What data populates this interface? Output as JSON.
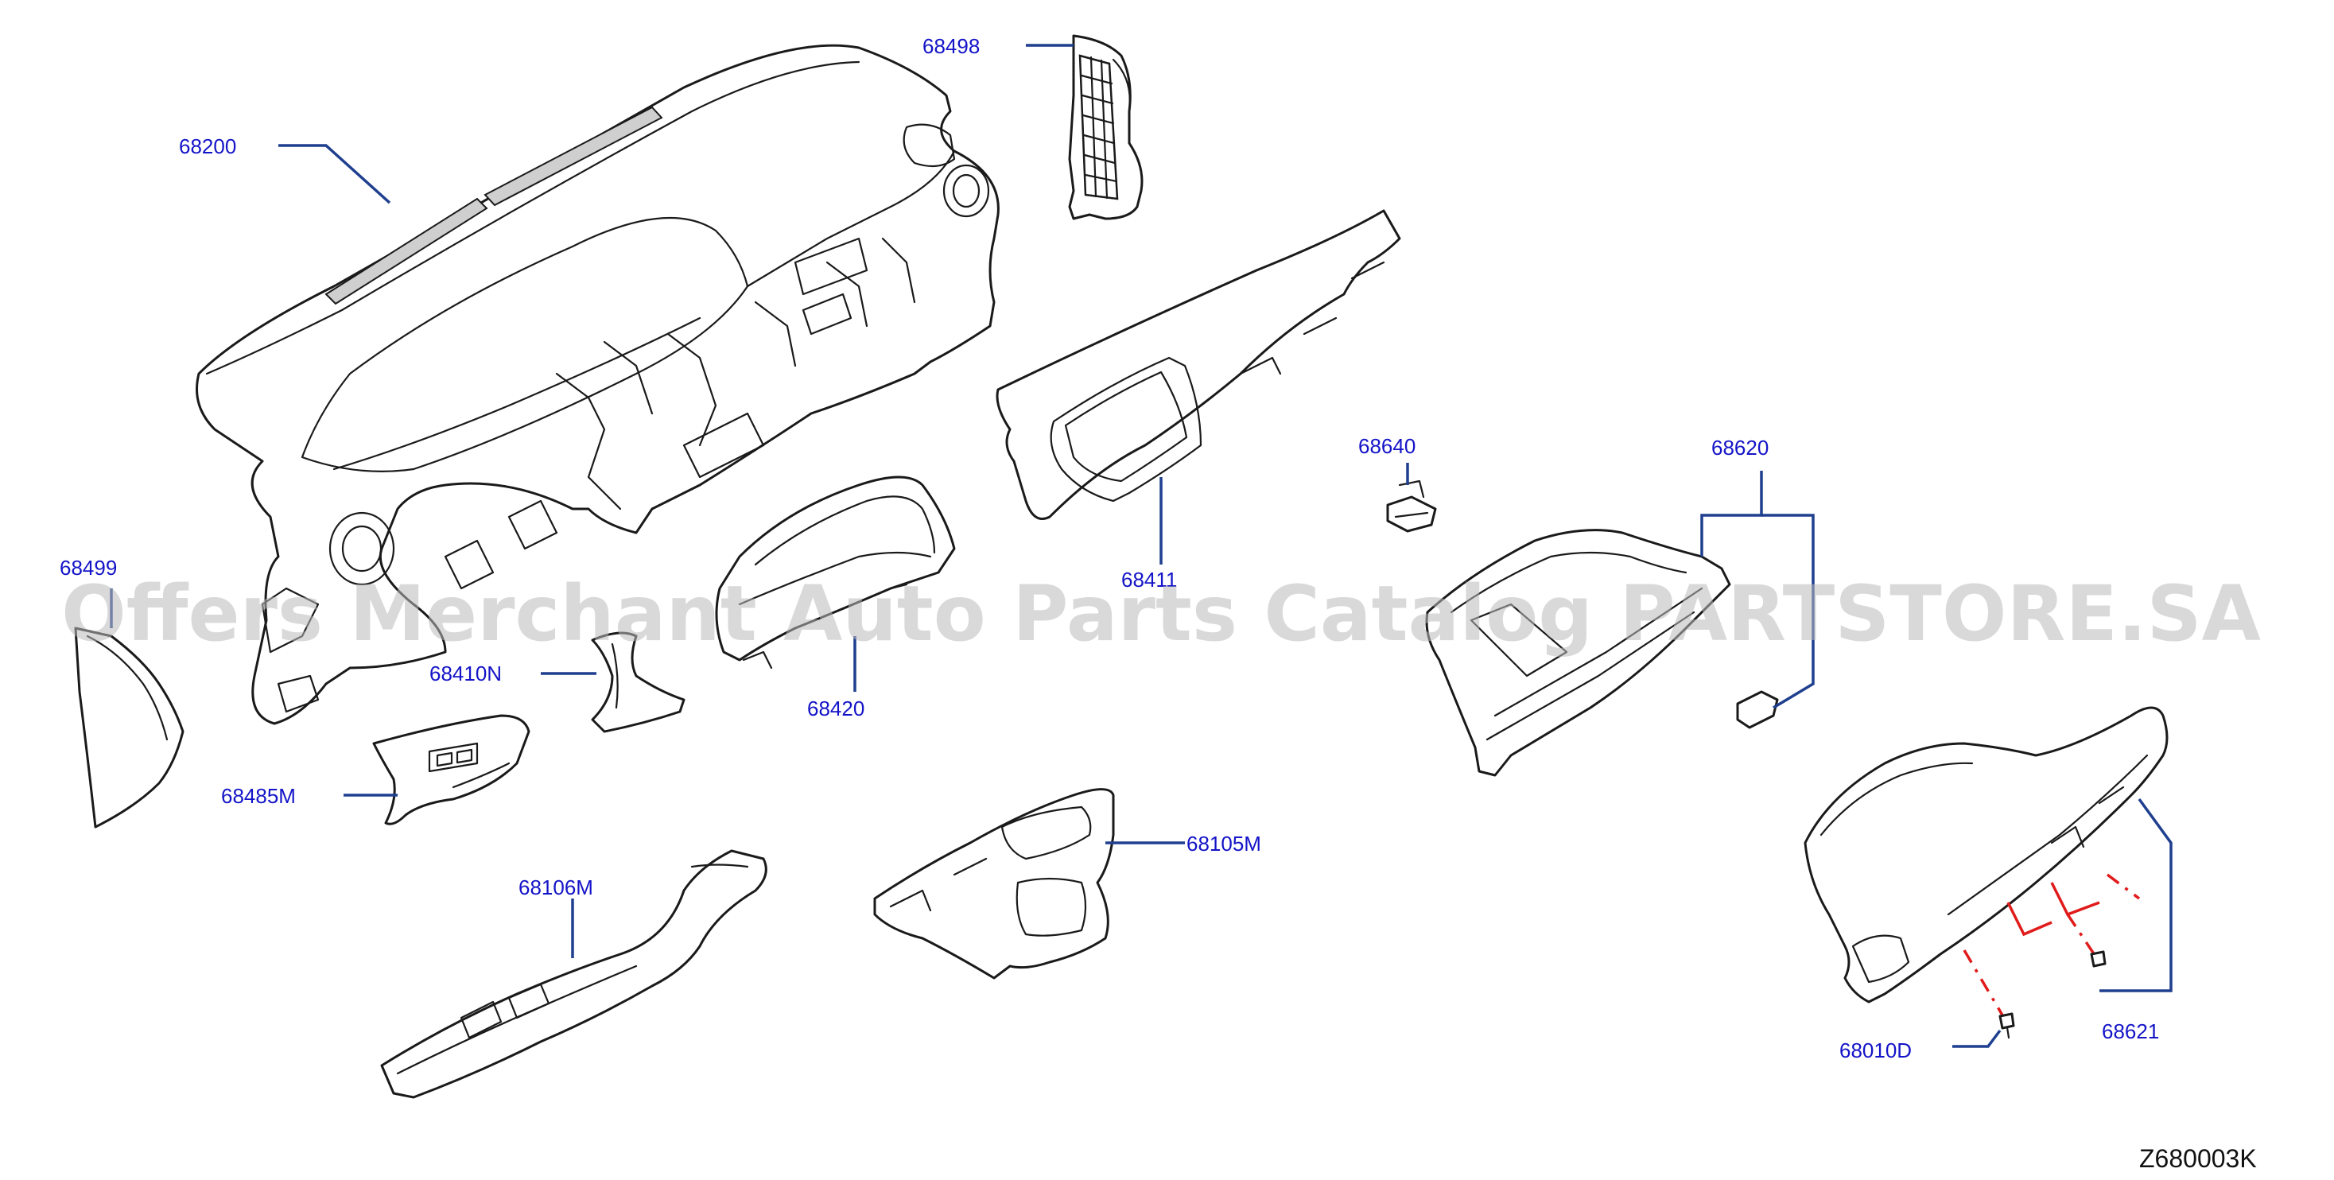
{
  "labels": [
    {
      "id": "68498",
      "text": "68498"
    },
    {
      "id": "68200",
      "text": "68200"
    },
    {
      "id": "68640",
      "text": "68640"
    },
    {
      "id": "68620",
      "text": "68620"
    },
    {
      "id": "68499",
      "text": "68499"
    },
    {
      "id": "68411",
      "text": "68411"
    },
    {
      "id": "68410N",
      "text": "68410N"
    },
    {
      "id": "68420",
      "text": "68420"
    },
    {
      "id": "68485M",
      "text": "68485M"
    },
    {
      "id": "68105M",
      "text": "68105M"
    },
    {
      "id": "68106M",
      "text": "68106M"
    },
    {
      "id": "68621",
      "text": "68621"
    },
    {
      "id": "68010D",
      "text": "68010D"
    }
  ],
  "diagram_code": "Z680003K",
  "watermark": "Offers Merchant Auto Parts Catalog PARTSTORE.SA",
  "colors": {
    "label": "#1414c8",
    "leader": "#1f3f8f",
    "hidden_line": "#e11b1b",
    "linework": "#1a1a1a"
  }
}
